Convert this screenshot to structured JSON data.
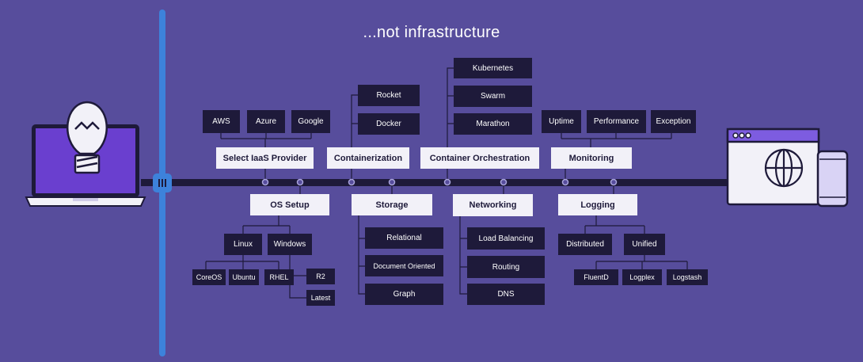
{
  "title": "...not infrastructure",
  "colors": {
    "background": "#574d9c",
    "box_dark": "#1e1a3a",
    "box_light": "#f2f1f8",
    "connector": "#1e1a3a",
    "slider": "#3d82db"
  },
  "icons": {
    "left": "laptop-lightbulb-icon",
    "right": "browser-globe-mobile-icon",
    "handle": "slider-grip-icon"
  },
  "categories": {
    "select_iaas": "Select IaaS Provider",
    "containerization": "Containerization",
    "orchestration": "Container Orchestration",
    "monitoring": "Monitoring",
    "os_setup": "OS Setup",
    "storage": "Storage",
    "networking": "Networking",
    "logging": "Logging"
  },
  "items": {
    "aws": "AWS",
    "azure": "Azure",
    "google": "Google",
    "rocket": "Rocket",
    "docker": "Docker",
    "kubernetes": "Kubernetes",
    "swarm": "Swarm",
    "marathon": "Marathon",
    "uptime": "Uptime",
    "performance": "Performance",
    "exception": "Exception",
    "linux": "Linux",
    "windows": "Windows",
    "coreos": "CoreOS",
    "ubuntu": "Ubuntu",
    "rhel": "RHEL",
    "r2": "R2",
    "latest": "Latest",
    "relational": "Relational",
    "document_oriented": "Document Oriented",
    "graph": "Graph",
    "load_balancing": "Load Balancing",
    "routing": "Routing",
    "dns": "DNS",
    "distributed": "Distributed",
    "unified": "Unified",
    "fluentd": "FluentD",
    "logplex": "Logplex",
    "logstash": "Logstash"
  }
}
